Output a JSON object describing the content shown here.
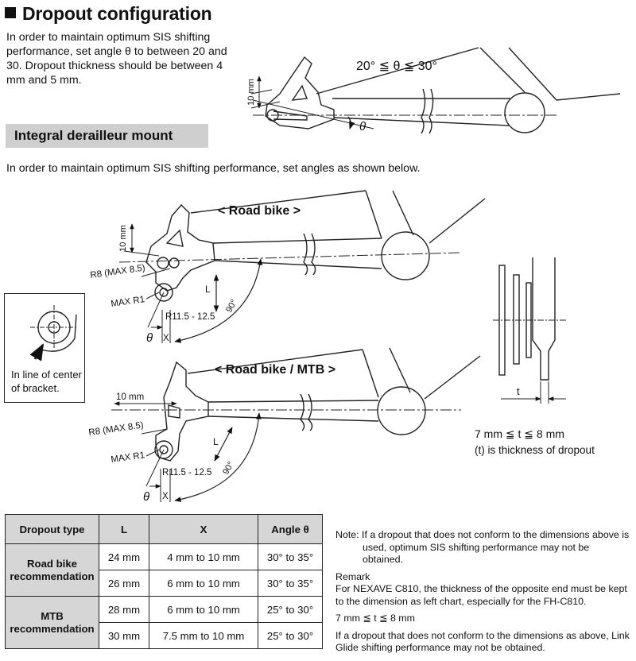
{
  "header": {
    "title": "Dropout configuration",
    "intro": "In order to maintain optimum SIS shifting performance, set angle θ to between 20 and 30. Dropout thickness should be between 4 mm and 5 mm."
  },
  "top_diagram": {
    "angle_range": "20° ≦ θ ≦ 30°",
    "dim_10mm": "10 mm",
    "theta": "θ"
  },
  "subsection": {
    "title": "Integral derailleur mount",
    "intro": "In order to maintain optimum SIS shifting performance, set angles as shown below."
  },
  "road_diagram": {
    "title": "< Road bike >",
    "dim_10mm": "10 mm",
    "r8": "R8 (MAX 8.5)",
    "max_r1": "MAX R1",
    "r_range": "R11.5 - 12.5",
    "l": "L",
    "deg90": "90°",
    "theta": "θ",
    "x": "X"
  },
  "inline_box": {
    "caption_line1": "In line of center",
    "caption_line2": "of bracket."
  },
  "mtb_diagram": {
    "title": "< Road bike / MTB >",
    "dim_10mm": "10 mm",
    "r8": "R8 (MAX 8.5)",
    "max_r1": "MAX R1",
    "r_range": "R11.5 - 12.5",
    "l": "L",
    "deg90": "90°",
    "theta": "θ",
    "x": "X"
  },
  "thickness_diagram": {
    "t_label": "t",
    "equation": "7 mm ≦ t ≦ 8 mm",
    "description": "(t) is thickness of dropout"
  },
  "table": {
    "headers": [
      "Dropout type",
      "L",
      "X",
      "Angle θ"
    ],
    "groups": [
      {
        "type_line1": "Road bike",
        "type_line2": "recommendation",
        "rows": [
          {
            "l": "24 mm",
            "x": "4 mm to 10 mm",
            "angle": "30° to 35°"
          },
          {
            "l": "26 mm",
            "x": "6 mm to 10 mm",
            "angle": "30° to 35°"
          }
        ]
      },
      {
        "type_line1": "MTB",
        "type_line2": "recommendation",
        "rows": [
          {
            "l": "28 mm",
            "x": "6 mm to 10 mm",
            "angle": "25° to 30°"
          },
          {
            "l": "30 mm",
            "x": "7.5 mm to 10 mm",
            "angle": "25° to 30°"
          }
        ]
      }
    ]
  },
  "notes": {
    "note": "Note: If a dropout that does not conform to the dimensions above is used, optimum SIS shifting performance may not be obtained.",
    "remark_title": "Remark",
    "remark_text": "For NEXAVE C810, the thickness of the opposite end must be kept to the dimension as left chart, especially for the FH-C810.",
    "remark_equation": "7 mm ≦ t ≦ 8 mm",
    "remark_text2": "If a dropout that does not conform to the dimensions as above, Link Glide shifting performance may not be obtained."
  }
}
